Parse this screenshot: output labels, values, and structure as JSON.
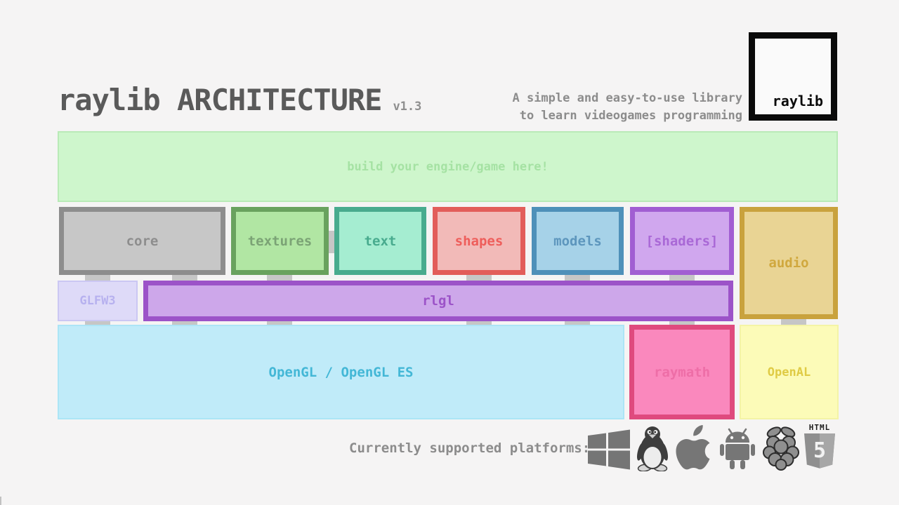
{
  "header": {
    "title": "raylib ARCHITECTURE",
    "version": "v1.3",
    "tagline_line1": "A simple and easy-to-use library",
    "tagline_line2": "to learn videogames programming",
    "logo_text": "raylib"
  },
  "diagram": {
    "connector_color": "#c6c6c6",
    "boxes": {
      "engine": {
        "label": "build your engine/game here!",
        "fill": "#cef6cc",
        "border": "#b9eab7",
        "text": "#a5e2a3"
      },
      "core": {
        "label": "core",
        "fill": "#c7c7c7",
        "border": "#8d8d8d",
        "text": "#8d8d8d"
      },
      "textures": {
        "label": "textures",
        "fill": "#b1e6a3",
        "border": "#69a25e",
        "text": "#7ba375"
      },
      "text": {
        "label": "text",
        "fill": "#a5edd1",
        "border": "#48ab8e",
        "text": "#48ab8e"
      },
      "shapes": {
        "label": "shapes",
        "fill": "#f2bab8",
        "border": "#e25d5a",
        "text": "#ee5e5b"
      },
      "models": {
        "label": "models",
        "fill": "#a6d2e8",
        "border": "#4e90b9",
        "text": "#5d96bd"
      },
      "shaders": {
        "label": "[shaders]",
        "fill": "#d0a7ee",
        "border": "#a15ed2",
        "text": "#a968d6"
      },
      "audio": {
        "label": "audio",
        "fill": "#e9d494",
        "border": "#c9a23d",
        "text": "#d0a83e"
      },
      "glfw3": {
        "label": "GLFW3",
        "fill": "#dedaf8",
        "border": "#cbc7f3",
        "text": "#b7b1ef"
      },
      "rlgl": {
        "label": "rlgl",
        "fill": "#cda7ea",
        "border": "#9c53c8",
        "text": "#9c53c8"
      },
      "opengl": {
        "label": "OpenGL / OpenGL ES",
        "fill": "#c0ebf9",
        "border": "#ace5f6",
        "text": "#43b7d6"
      },
      "raymath": {
        "label": "raymath",
        "fill": "#fa88bd",
        "border": "#df4a7e",
        "text": "#ee6ea7"
      },
      "openal": {
        "label": "OpenAL",
        "fill": "#fcfbb8",
        "border": "#f4f4a6",
        "text": "#dfcb45"
      }
    }
  },
  "platforms": {
    "label": "Currently supported platforms:",
    "items": [
      "windows",
      "linux",
      "apple",
      "android",
      "raspberry-pi",
      "html5"
    ]
  }
}
